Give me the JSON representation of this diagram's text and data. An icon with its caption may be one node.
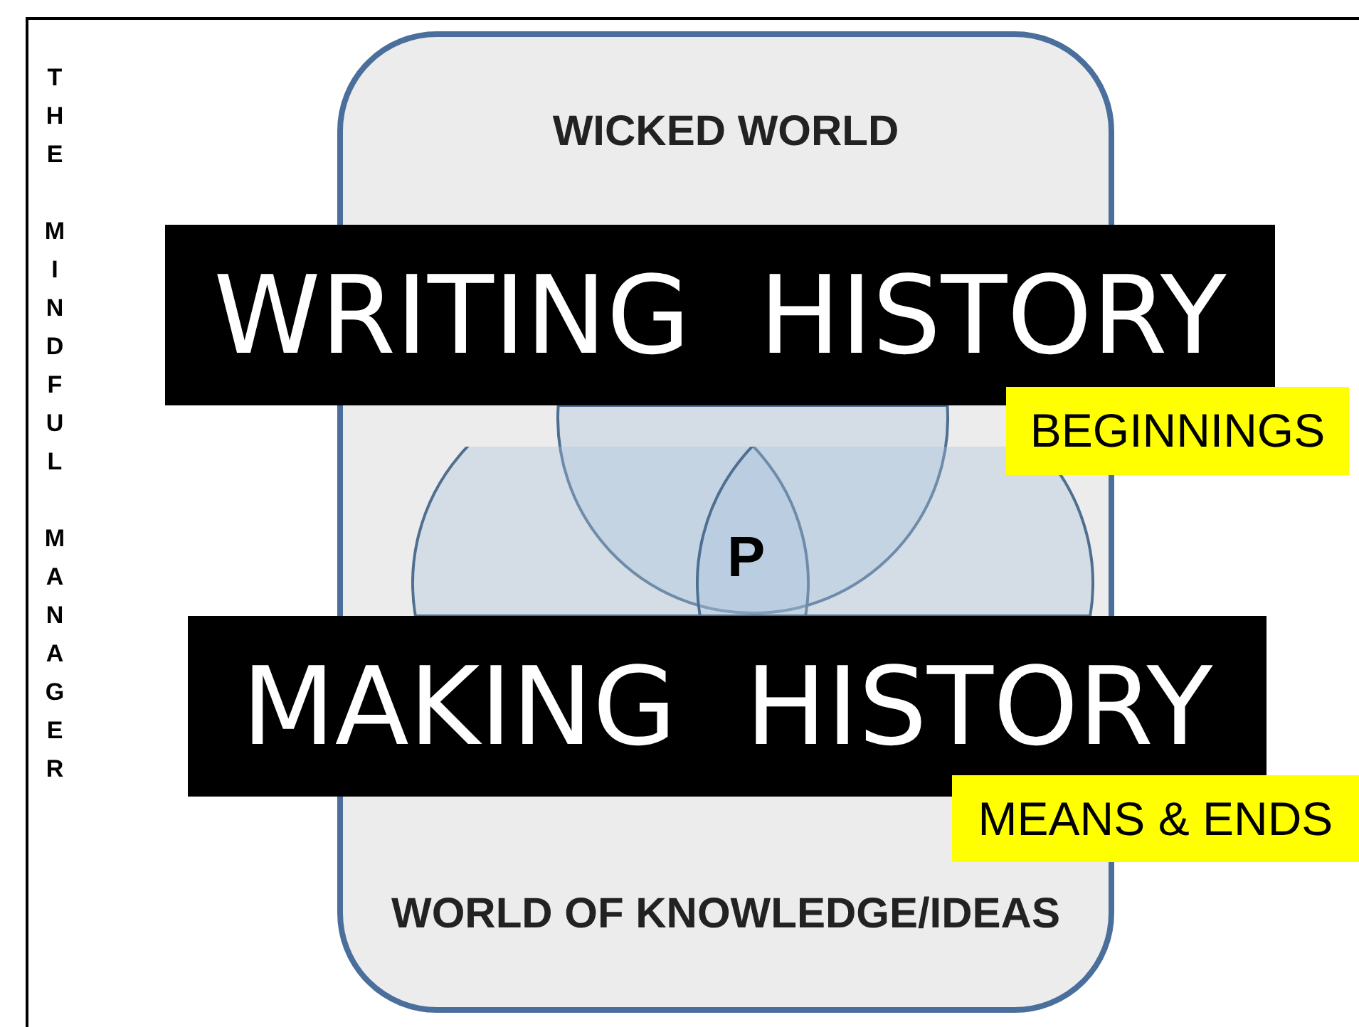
{
  "diagram": {
    "nodes": [
      {
        "text": [
          "WICKED WORLD",
          "WORLD OF KNOWLEDGE/IDEAS"
        ]
      },
      {
        "text": [],
        "shape": "circle",
        "in": 0
      },
      {
        "text": [],
        "shape": "circle",
        "in": 0
      },
      {
        "text": [],
        "shape": "circle",
        "in": 0
      },
      {
        "text": [
          "WRITING  HISTORY"
        ]
      },
      {
        "text": [
          "BEGINNINGS"
        ]
      },
      {
        "text": [
          "MAKING  HISTORY"
        ]
      },
      {
        "text": [
          "MEANS & ENDS"
        ]
      }
    ],
    "edges": [],
    "labels": [
      "THE MINDFUL MANAGER",
      "P"
    ]
  }
}
